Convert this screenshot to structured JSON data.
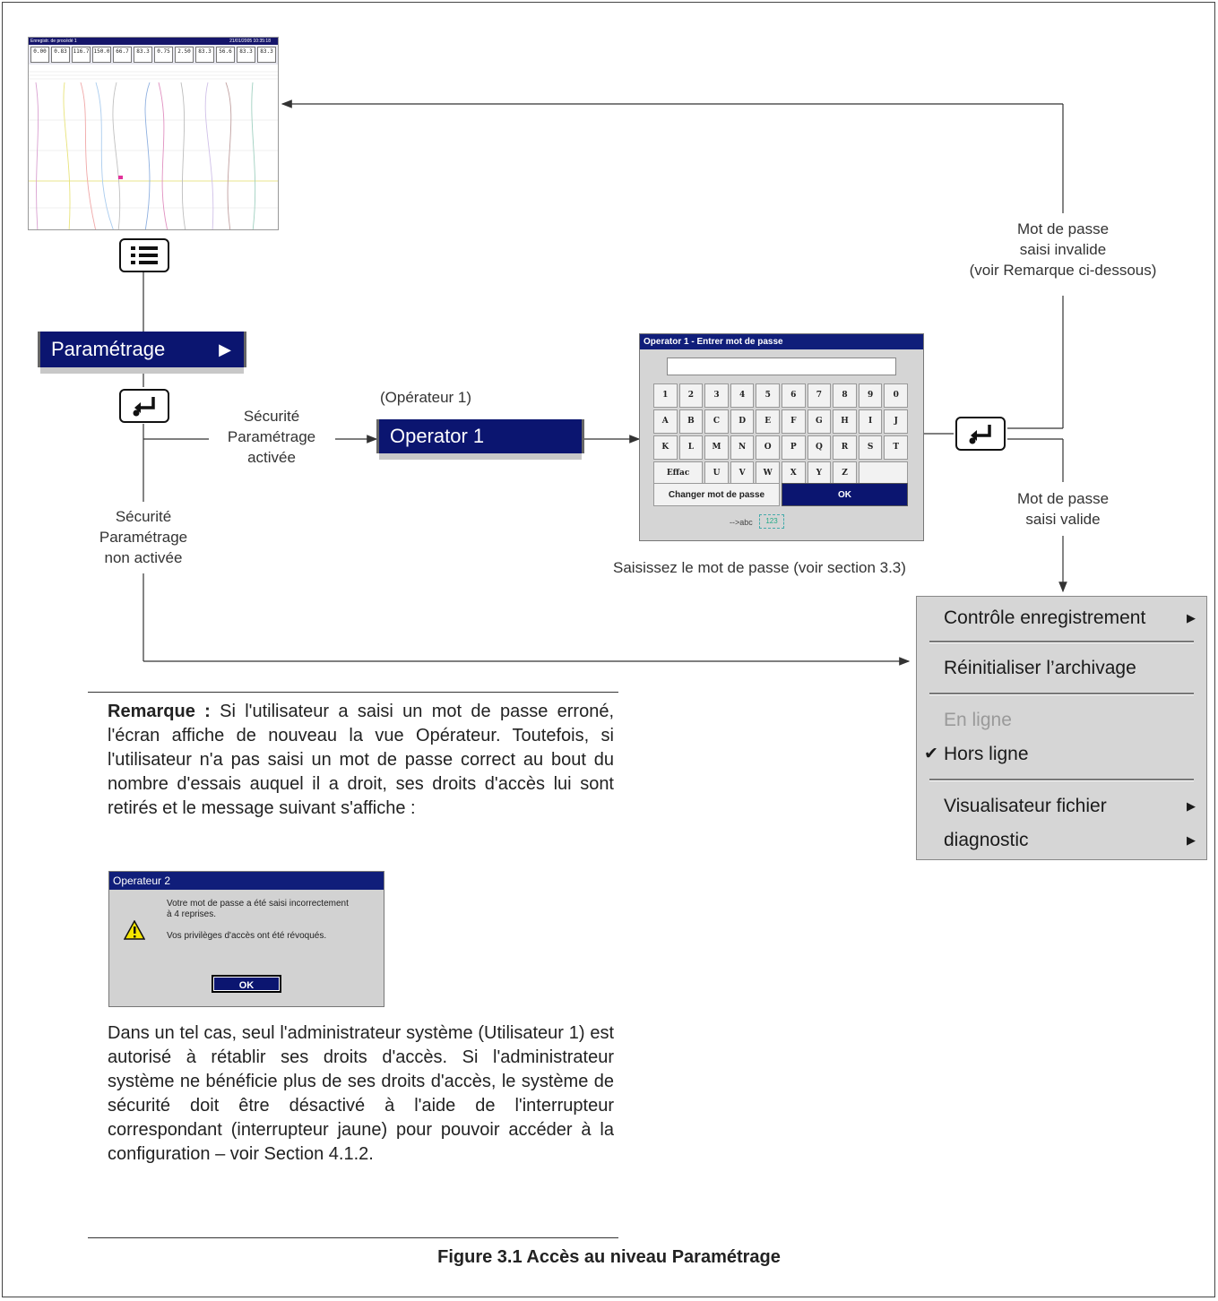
{
  "recorder": {
    "title": "Enregistr. de procédé 1",
    "date": "21/01/2005 10:35:18",
    "tiles": [
      "0.00",
      "0.83",
      "116.7",
      "150.0",
      "66.7",
      "83.3",
      "0.75",
      "2.50",
      "83.3",
      "56.6",
      "83.3",
      "83.3"
    ]
  },
  "menu_button_icon": "list-icon",
  "enter_icon": "enter-key-icon",
  "paramétrage": {
    "label": "Paramétrage"
  },
  "labels": {
    "security_on": [
      "Sécurité",
      "Paramétrage",
      "activée"
    ],
    "security_off": [
      "Sécurité",
      "Paramétrage",
      "non activée"
    ],
    "operator_caption": "(Opérateur 1)",
    "invalid": [
      "Mot de passe",
      "saisi invalide",
      "(voir Remarque ci-dessous)"
    ],
    "valid": [
      "Mot de passe",
      "saisi valide"
    ],
    "enter_pw": "Saisissez le mot de passe (voir section 3.3)"
  },
  "operator": {
    "label": "Operator 1"
  },
  "keypad": {
    "title": "Operator 1 - Entrer mot de passe",
    "keys": [
      "1",
      "2",
      "3",
      "4",
      "5",
      "6",
      "7",
      "8",
      "9",
      "0",
      "A",
      "B",
      "C",
      "D",
      "E",
      "F",
      "G",
      "H",
      "I",
      "J",
      "K",
      "L",
      "M",
      "N",
      "O",
      "P",
      "Q",
      "R",
      "S",
      "T",
      "Effac",
      "U",
      "V",
      "W",
      "X",
      "Y",
      "Z",
      ""
    ],
    "change": "Changer mot de passe",
    "ok": "OK",
    "mode": "-->abc",
    "kbd": "123"
  },
  "menu": {
    "items": [
      {
        "label": "Contrôle enregistrement",
        "arrow": "▶"
      },
      {
        "label": "Réinitialiser l’archivage",
        "arrow": ""
      },
      {
        "label": "En ligne",
        "arrow": ""
      },
      {
        "label": "Hors ligne",
        "arrow": "",
        "check": "✔"
      },
      {
        "label": "Visualisateur fichier",
        "arrow": "▶"
      },
      {
        "label": "diagnostic",
        "arrow": "▶"
      }
    ]
  },
  "remark": {
    "bold": "Remarque :",
    "p1": "Si l'utilisateur a saisi un mot de passe erroné, l'écran affiche de nouveau la vue Opérateur. Toutefois, si l'utilisateur n'a pas saisi un mot de passe correct au bout du nombre d'essais auquel il a droit, ses droits d'accès lui sont retirés et le message suivant s'affiche :",
    "p2": "Dans un tel cas, seul l'administrateur système (Utilisateur 1) est autorisé à rétablir ses droits d'accès. Si l'administrateur système ne bénéficie plus de ses droits d'accès, le système de sécurité doit être désactivé à l'aide de l'interrupteur correspondant (interrupteur jaune) pour pouvoir accéder à la configuration – voir Section 4.1.2."
  },
  "error_dialog": {
    "title": "Operateur 2",
    "line1": "Votre mot de passe a été saisi incorrectement",
    "line2": "à 4 reprises.",
    "line3": "Vos privilèges d'accès ont été révoqués.",
    "ok": "OK",
    "icon": "warning-icon"
  },
  "caption": "Figure 3.1 Accès au niveau Paramétrage"
}
